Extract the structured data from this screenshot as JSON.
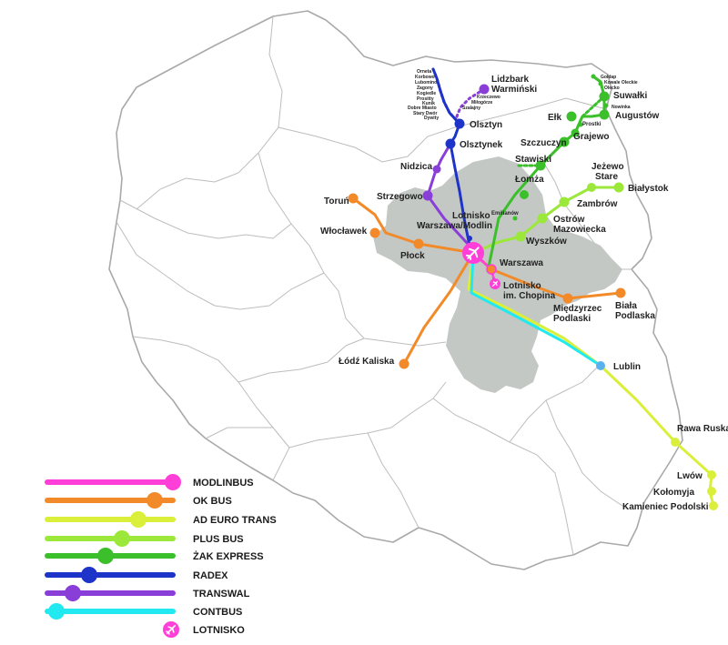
{
  "colors": {
    "modlinbus": "#ff3fd8",
    "okbus": "#f28a2a",
    "adeurotrans": "#d9ef3a",
    "plusbus": "#9be83a",
    "zakexpress": "#3bbf2a",
    "radex": "#1e33c8",
    "transwal": "#8a3ed8",
    "contbus": "#22e8f0",
    "region": "#c3c8c5"
  },
  "legend": [
    {
      "key": "modlinbus",
      "label": "MODLINBUS"
    },
    {
      "key": "okbus",
      "label": "OK BUS"
    },
    {
      "key": "adeurotrans",
      "label": "AD EURO TRANS"
    },
    {
      "key": "plusbus",
      "label": "PLUS BUS"
    },
    {
      "key": "zakexpress",
      "label": "ŻAK EXPRESS"
    },
    {
      "key": "radex",
      "label": "RADEX"
    },
    {
      "key": "transwal",
      "label": "TRANSWAL"
    },
    {
      "key": "contbus",
      "label": "CONTBUS"
    },
    {
      "key": "airport",
      "label": "LOTNISKO",
      "icon": "airplane-icon"
    }
  ],
  "places": {
    "lidzbark": "Lidzbark",
    "warminski": "Warmiński",
    "olsztyn": "Olsztyn",
    "olsztynek": "Olsztynek",
    "nidzica": "Nidzica",
    "strzegowo": "Strzegowo",
    "torun": "Toruń",
    "wloclawek": "Włocławek",
    "plock": "Płock",
    "lotnisko_modlin_1": "Lotnisko",
    "lotnisko_modlin_2": "Warszawa/Modlin",
    "warszawa": "Warszawa",
    "lotnisko_chopin_1": "Lotnisko",
    "lotnisko_chopin_2": "im. Chopina",
    "miedzyrzec_1": "Międzyrzec",
    "miedzyrzec_2": "Podlaski",
    "biala_1": "Biała",
    "biala_2": "Podlaska",
    "lodz": "Łódź Kaliska",
    "lublin": "Lublin",
    "rawa": "Rawa Ruska",
    "lwow": "Lwów",
    "kolomyja": "Kołomyja",
    "kamieniec": "Kamieniec Podolski",
    "suwalki": "Suwałki",
    "augustow": "Augustów",
    "elk": "Ełk",
    "grajewo": "Grajewo",
    "szczuczyn": "Szczuczyn",
    "stawiski": "Stawiski",
    "lomza": "Łomża",
    "jezewo_1": "Jeżewo",
    "jezewo_2": "Stare",
    "bialystok": "Białystok",
    "zambrow": "Zambrów",
    "ostrow_1": "Ostrów",
    "ostrow_2": "Mazowiecka",
    "wyszkow": "Wyszków",
    "emilianow": "Emilianów",
    "goldap": "Gołdap",
    "kowale": "Kowale Oleckie",
    "olecko": "Olecko",
    "nowinka": "Nowinka",
    "prostki": "Prostki",
    "orneta": "Orneta",
    "korbowo": "Korbowo",
    "lubomino": "Lubomino",
    "zagony": "Zagony",
    "kogiedle": "Kogiedle",
    "prositty": "Prositty",
    "kunik": "Kunik",
    "dobre_miasto": "Dobre Miasto",
    "stary_dwor": "Stary Dwór",
    "dywity": "Dywity",
    "krzeczewo": "Krzeczewo",
    "milogorze": "Miłogórze",
    "szalajny": "Szalajny"
  }
}
